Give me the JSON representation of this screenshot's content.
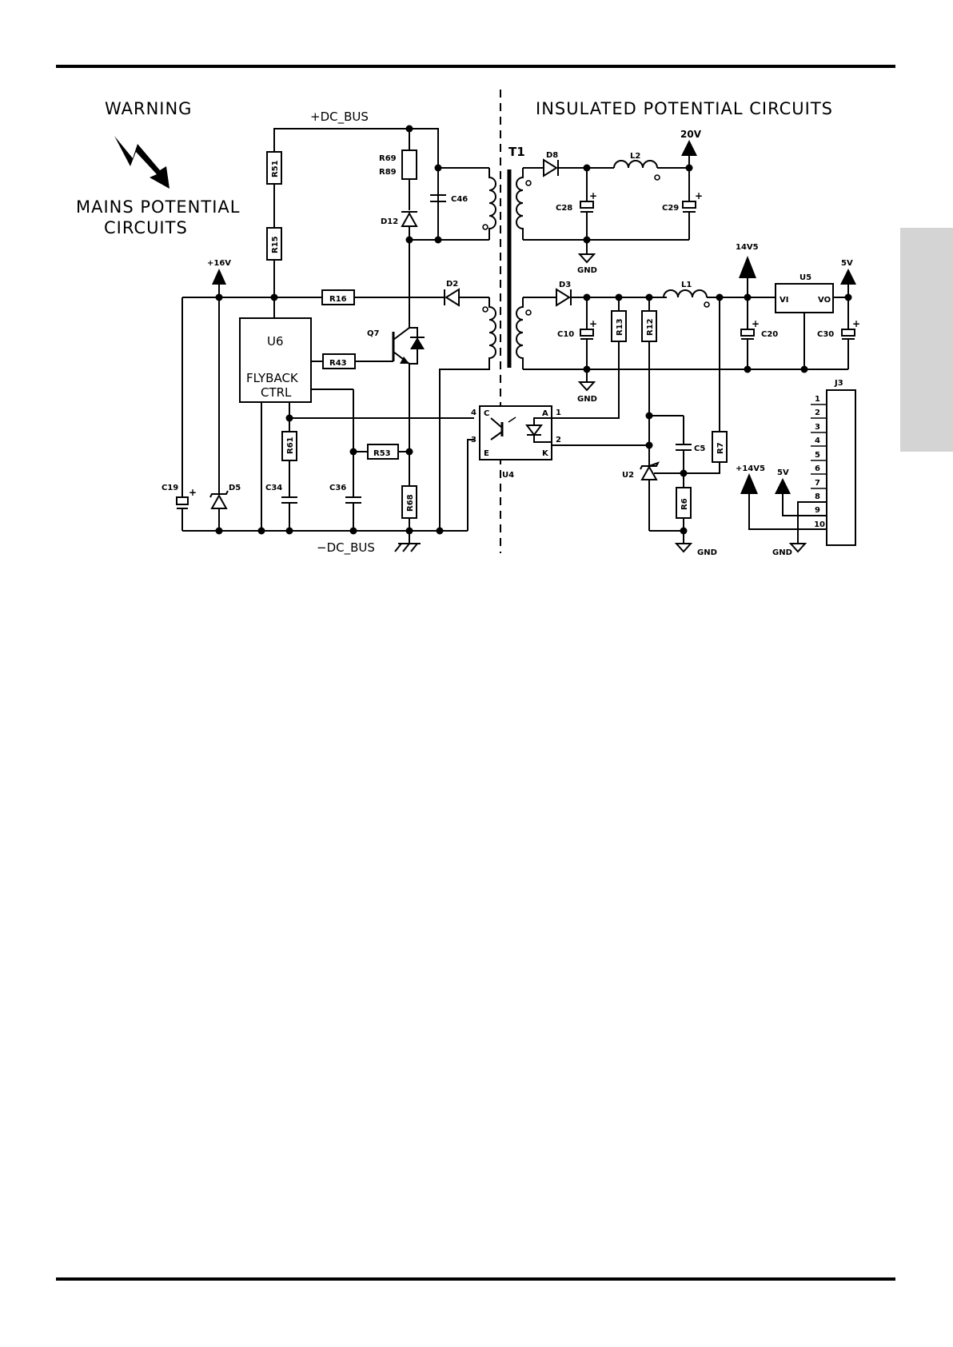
{
  "headings": {
    "warning": "WARNING",
    "mains_line1": "MAINS POTENTIAL",
    "mains_line2": "CIRCUITS",
    "insulated": "INSULATED POTENTIAL CIRCUITS"
  },
  "nets": {
    "dc_bus_pos": "+DC_BUS",
    "dc_bus_neg": "−DC_BUS",
    "v20": "20V",
    "v14v5": "14V5",
    "v5": "5V",
    "v16": "+16V",
    "plus14v5": "+14V5",
    "plus5v": "5V",
    "gnd": "GND"
  },
  "components": {
    "R51": "R51",
    "R15": "R15",
    "R16": "R16",
    "R43": "R43",
    "R61": "R61",
    "R53": "R53",
    "R69": "R69",
    "R89": "R89",
    "R68": "R68",
    "R13": "R13",
    "R12": "R12",
    "R7": "R7",
    "R6": "R6",
    "C46": "C46",
    "C28": "C28",
    "C29": "C29",
    "C10": "C10",
    "C20": "C20",
    "C30": "C30",
    "C19": "C19",
    "C34": "C34",
    "C36": "C36",
    "C5": "C5",
    "D8": "D8",
    "D3": "D3",
    "D2": "D2",
    "D12": "D12",
    "D5": "D5",
    "L1": "L1",
    "L2": "L2",
    "T1": "T1",
    "Q7": "Q7",
    "U2": "U2",
    "U4": "U4",
    "U5": "U5",
    "J3": "J3",
    "U6": "U6",
    "U6_line1": "FLYBACK",
    "U6_line2": "CTRL"
  },
  "pins": {
    "u4_1": "1",
    "u4_2": "2",
    "u4_3": "3",
    "u4_4": "4",
    "u4_A": "A",
    "u4_K": "K",
    "u4_C": "C",
    "u4_E": "E",
    "u5_vi": "VI",
    "u5_vo": "VO",
    "j3": [
      "1",
      "2",
      "3",
      "4",
      "5",
      "6",
      "7",
      "8",
      "9",
      "10"
    ]
  },
  "colors": {
    "ink": "#000000",
    "paper": "#ffffff",
    "side_tab": "#d4d4d4"
  }
}
